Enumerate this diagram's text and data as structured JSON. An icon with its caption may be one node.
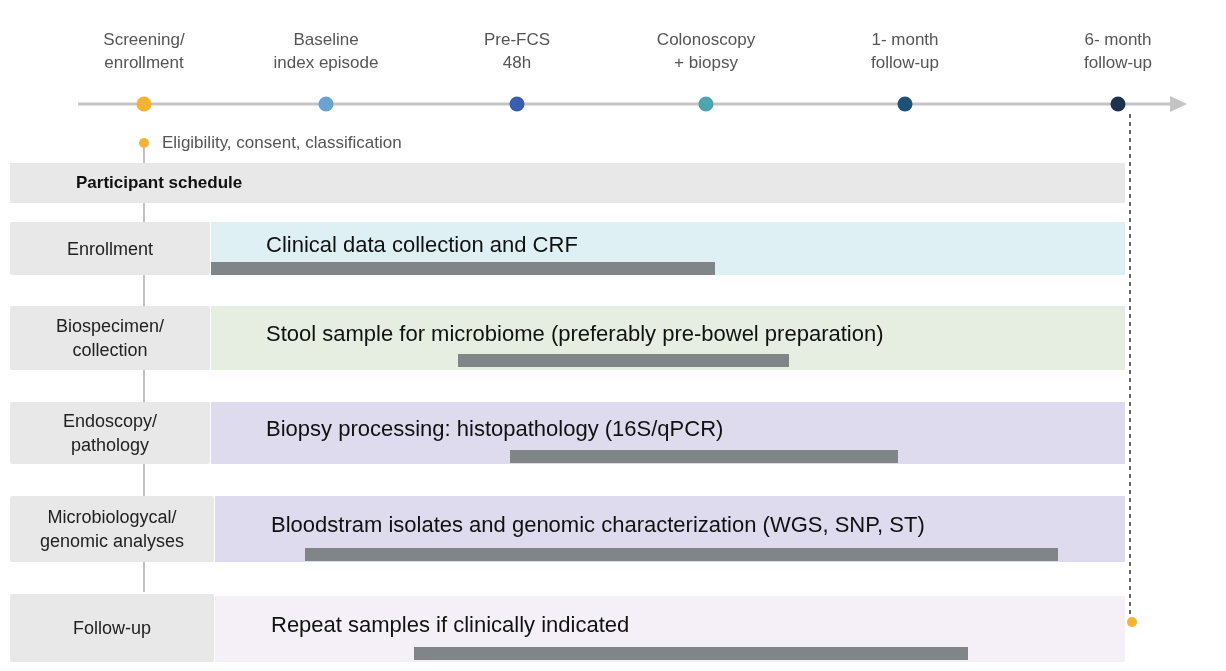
{
  "diagram": {
    "nodes": [
      {
        "text": [
          "Participant schedule"
        ]
      },
      {
        "text": [
          "Enrollment"
        ]
      },
      {
        "text": [
          "Clinical data collection and CRF"
        ]
      },
      {
        "text": [
          "Biospecimen/ collection"
        ]
      },
      {
        "text": [
          "Stool sample for microbiome (preferably pre-bowel preparation)"
        ]
      },
      {
        "text": [
          "Endoscopy/ pathology"
        ]
      },
      {
        "text": [
          "Biopsy processing: histopathology (16S/qPCR)"
        ]
      },
      {
        "text": [
          "Microbiologycal/ genomic analyses"
        ]
      },
      {
        "text": [
          "Bloodstram isolates and genomic characterization (WGS, SNP, ST)"
        ]
      },
      {
        "text": [
          "Follow-up"
        ]
      },
      {
        "text": [
          "Repeat  samples if clinically indicated"
        ]
      }
    ],
    "labels": [
      "Screening/ enrollment",
      "Baseline index episode",
      "Pre-FCS 48h",
      "Colonoscopy + biopsy",
      "1- month follow-up",
      "6- month follow-up",
      "Eligibility, consent, classification"
    ]
  }
}
